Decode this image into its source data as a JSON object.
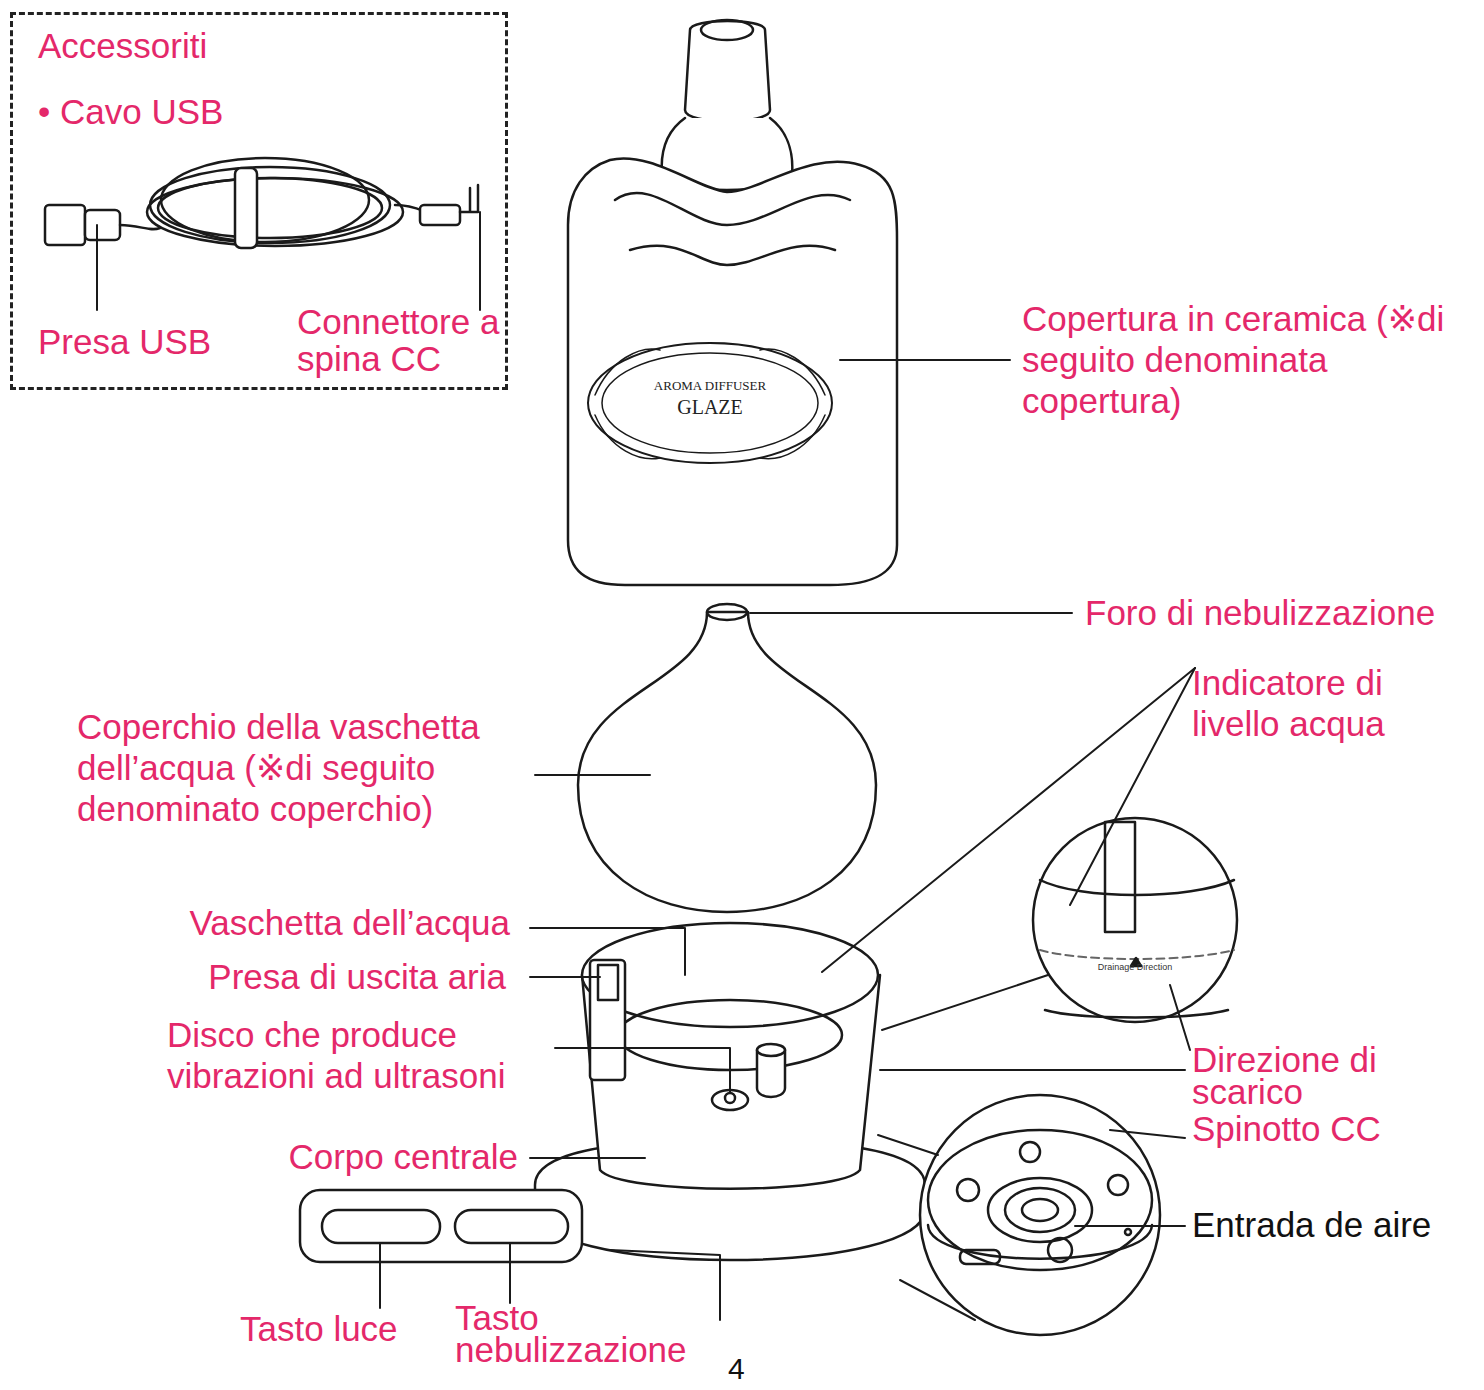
{
  "diagram": {
    "nodes": [
      {
        "text": [
          "Accessoriti",
          "• Cavo USB",
          "Presa USB",
          "Connettore a spina CC"
        ]
      }
    ],
    "labels": [
      "Copertura in ceramica (※di seguito denominata copertura)",
      "Foro di nebulizzazione",
      "Indicatore di livello acqua",
      "Coperchio della vaschetta dell’acqua (※di seguito denominato coperchio)",
      "Vaschetta dell’acqua",
      "Presa di uscita aria",
      "Disco che produce vibrazioni ad ultrasoni",
      "Corpo centrale",
      "Direzione di scarico",
      "Spinotto CC",
      "Entrada de aire",
      "Tasto luce",
      "Tasto nebulizzazione",
      "4",
      "AROMA DIFFUSER",
      "GLAZE",
      "Drainage Direction"
    ]
  }
}
